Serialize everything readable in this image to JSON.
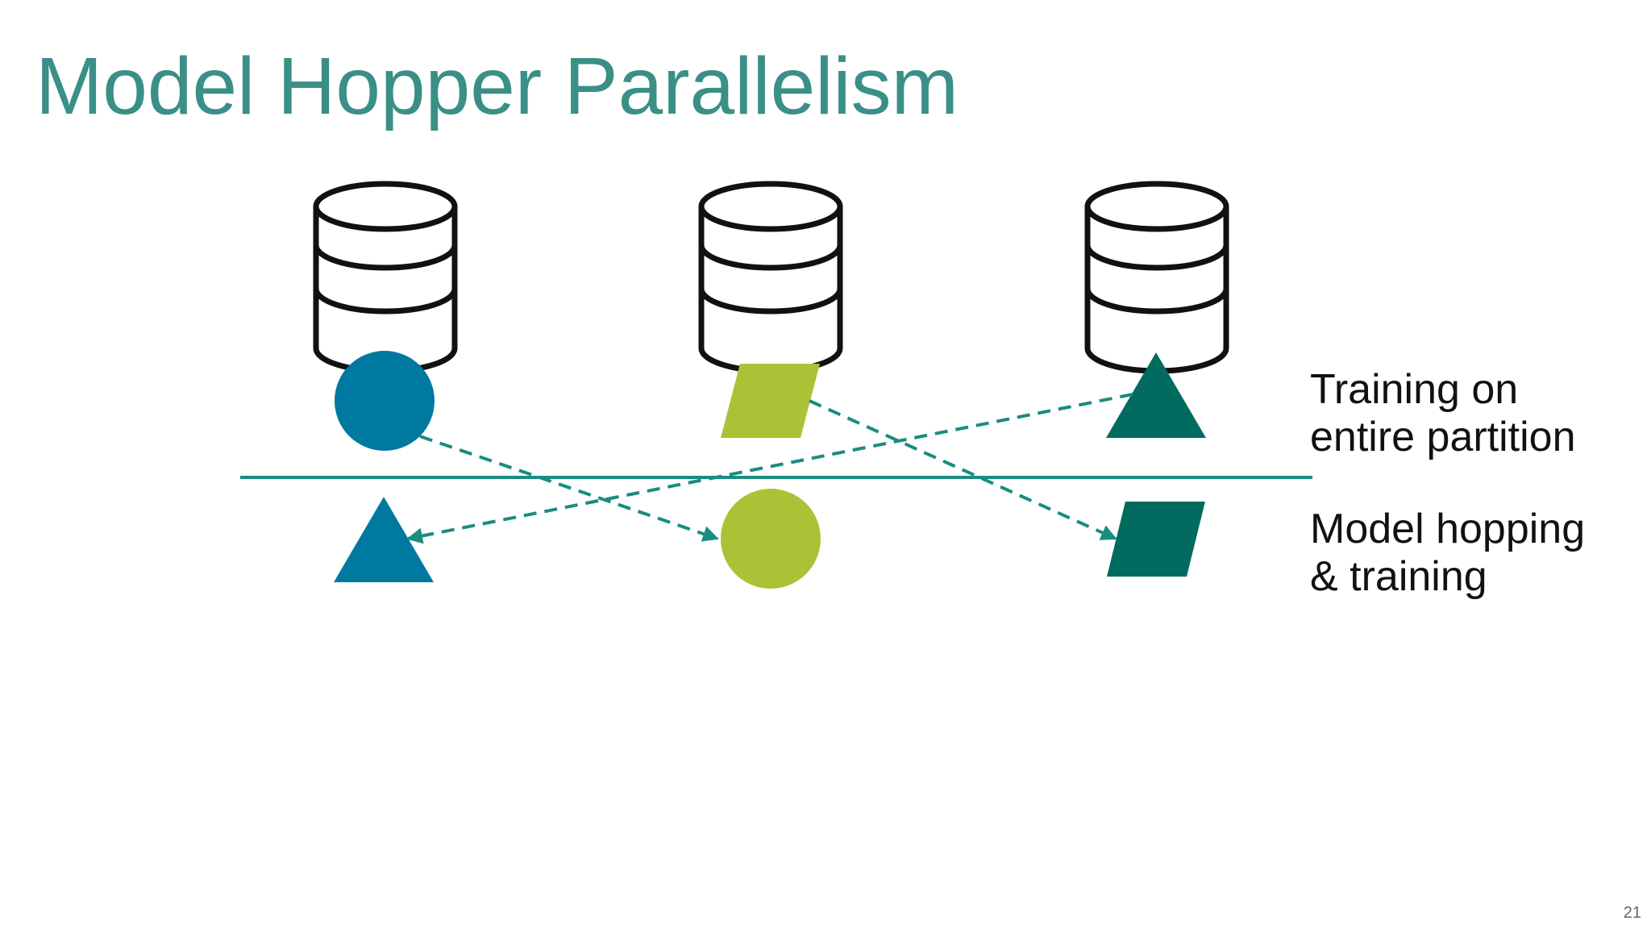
{
  "title": "Model Hopper Parallelism",
  "labels": {
    "top": {
      "line1": "Training on",
      "line2": "entire partition"
    },
    "bottom": {
      "line1": "Model hopping",
      "line2": "& training"
    }
  },
  "page_number": "21",
  "colors": {
    "title": "#3a8f86",
    "blue": "#0079a0",
    "lime": "#adc136",
    "dark_green": "#026b5f",
    "teal_line": "#1a8c80",
    "outline": "#111111"
  },
  "icons": [
    "database-icon",
    "circle-model-icon",
    "parallelogram-model-icon",
    "triangle-model-icon"
  ]
}
